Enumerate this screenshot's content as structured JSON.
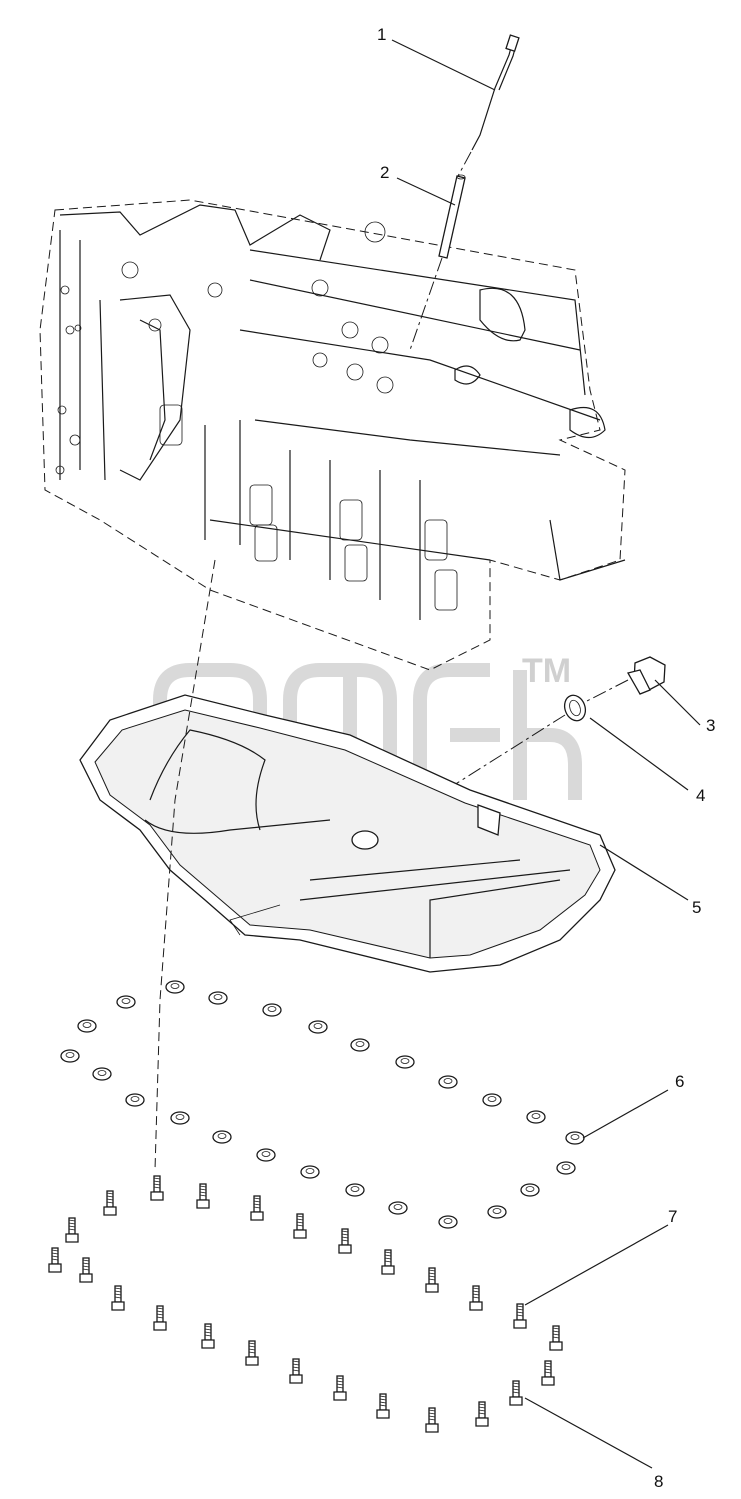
{
  "watermark": {
    "mark": "TM"
  },
  "callouts": [
    {
      "id": "1",
      "label": "1"
    },
    {
      "id": "2",
      "label": "2"
    },
    {
      "id": "3",
      "label": "3"
    },
    {
      "id": "4",
      "label": "4"
    },
    {
      "id": "5",
      "label": "5"
    },
    {
      "id": "6",
      "label": "6"
    },
    {
      "id": "7",
      "label": "7"
    },
    {
      "id": "8",
      "label": "8"
    }
  ],
  "parts": {
    "dipstick": "dipstick-icon",
    "dipstick_tube": "tube-icon",
    "drain_plug": "plug-icon",
    "sealing_washer": "washer-icon",
    "oil_pan": "oil-pan-icon",
    "washers": "washer-icon",
    "bolts": "bolt-icon",
    "engine_block": "engine-block-icon"
  },
  "colors": {
    "ink": "#1a1a1a",
    "watermark": "#d9d9d9"
  }
}
